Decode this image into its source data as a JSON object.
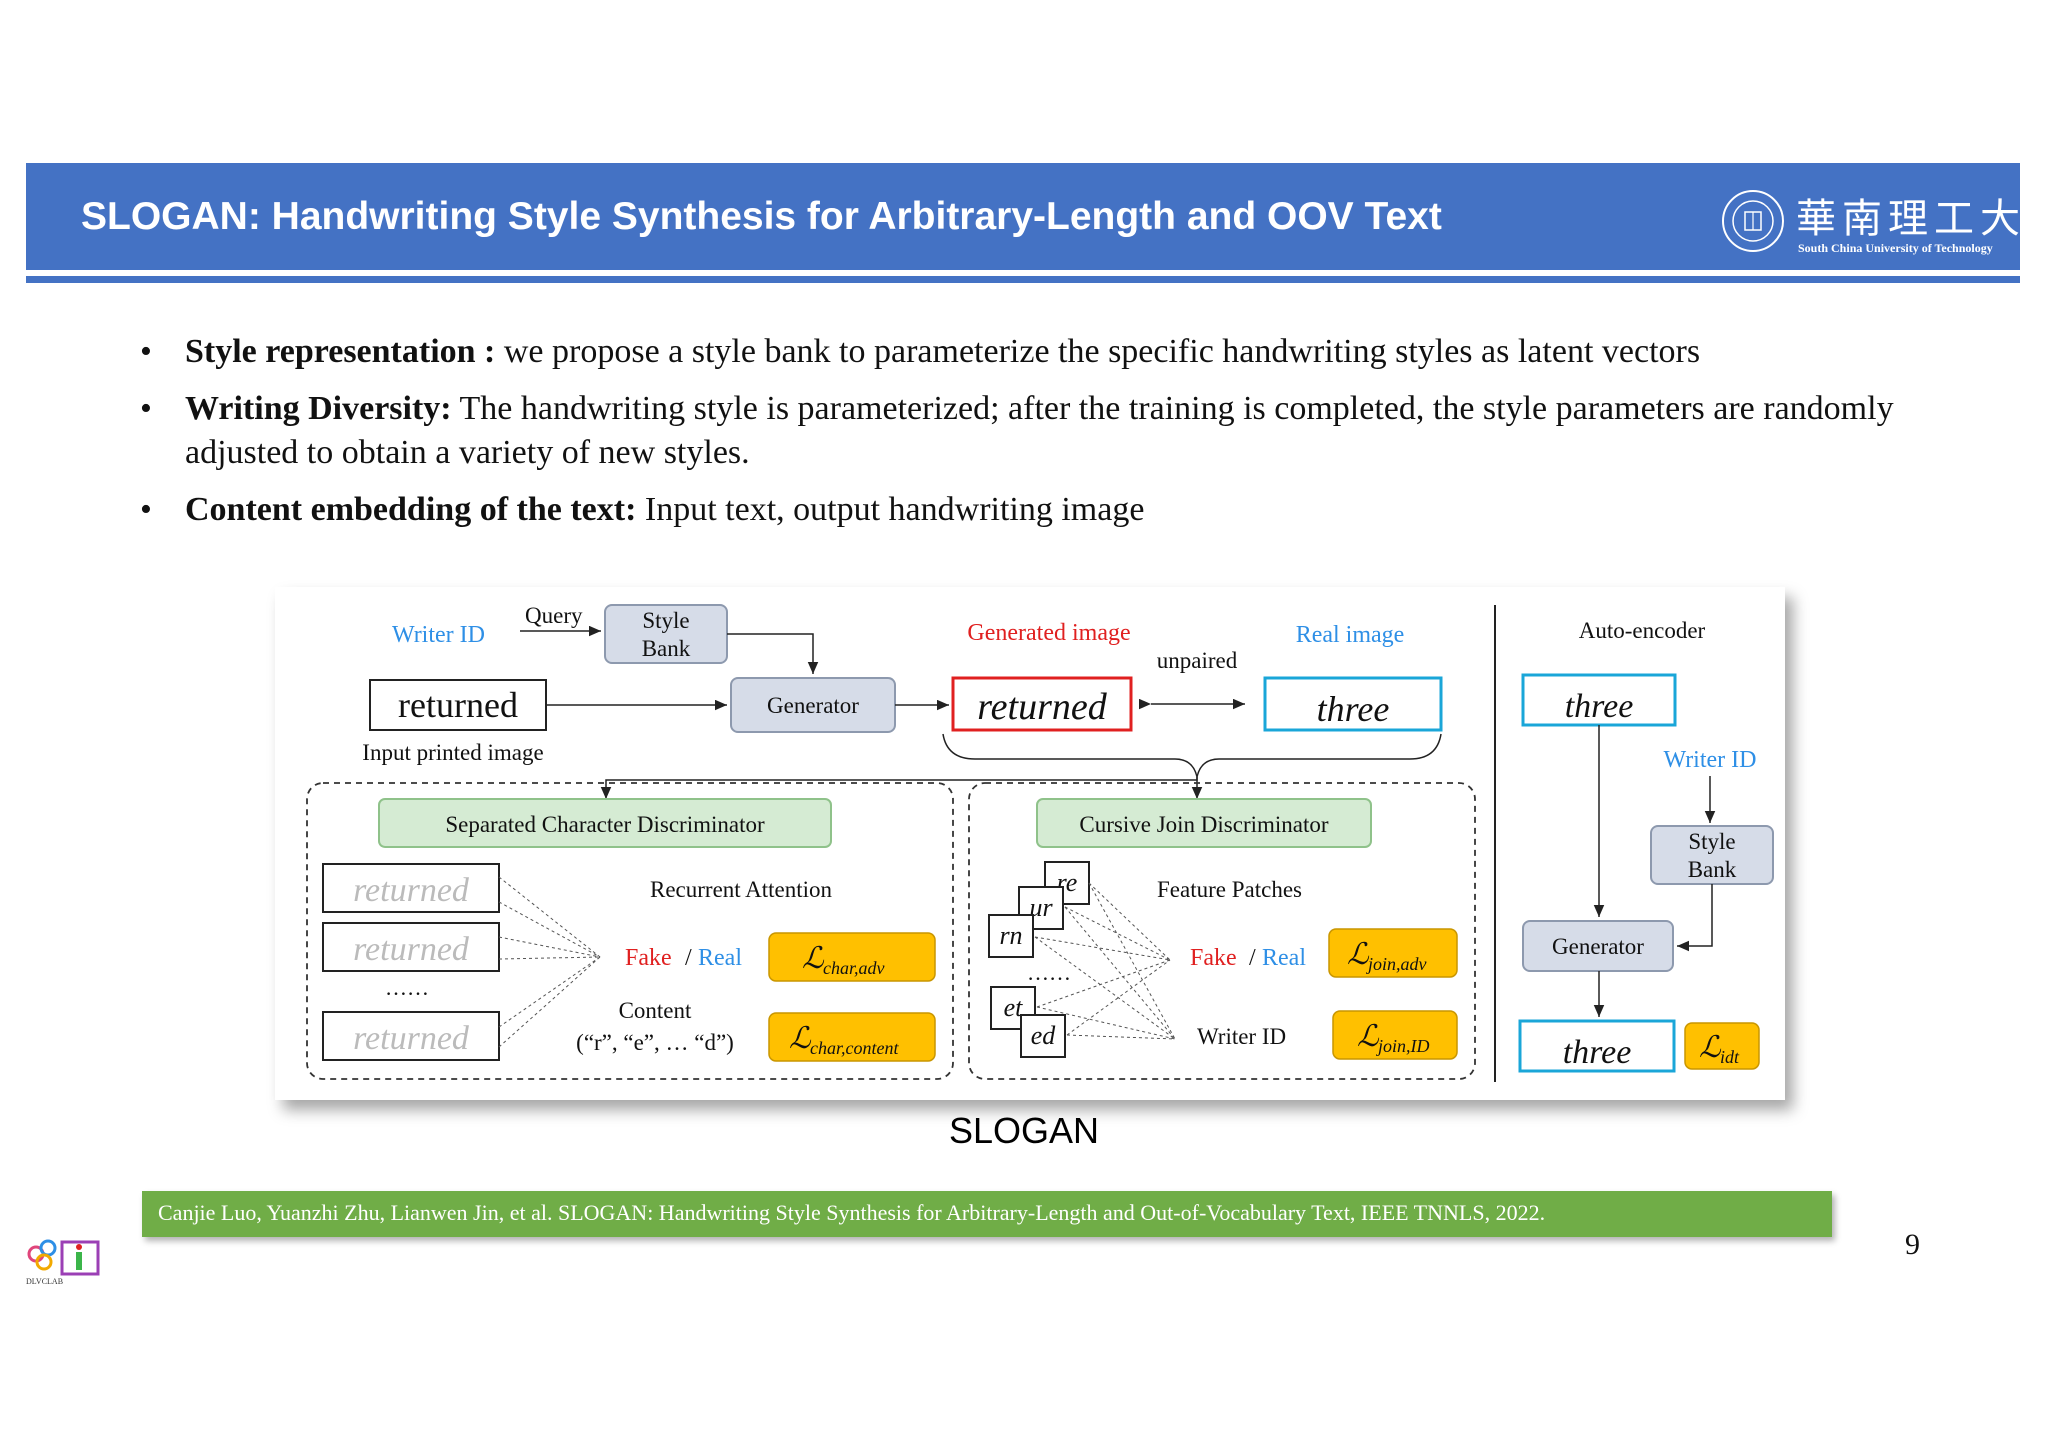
{
  "header": {
    "title": "SLOGAN: Handwriting Style Synthesis for Arbitrary-Length and OOV Text",
    "logo_cn": "華南理工大學",
    "logo_en": "South China University of Technology",
    "accent_color": "#4472c4"
  },
  "bullets": [
    {
      "bold": "Style representation :",
      "text": " we propose a style bank to parameterize the specific handwriting styles as latent vectors"
    },
    {
      "bold": "Writing Diversity:",
      "text": " The handwriting style is parameterized; after the training is completed, the style parameters are randomly adjusted to obtain a variety of new styles."
    },
    {
      "bold": "Content embedding of the text:",
      "text": " Input text, output handwriting image"
    }
  ],
  "diagram": {
    "writer_id": "Writer ID",
    "query": "Query",
    "style_bank": [
      "Style",
      "Bank"
    ],
    "input_word": "returned",
    "input_label": "Input printed image",
    "generator": "Generator",
    "generated_label": "Generated image",
    "generated_word": "returned",
    "unpaired": "unpaired",
    "real_label": "Real image",
    "real_word": "three",
    "sep_disc": "Separated Character Discriminator",
    "recurrent_attention": "Recurrent Attention",
    "fake": "Fake",
    "slash": "/",
    "real": "Real",
    "ellipsis": "……",
    "content": "Content",
    "content_chars": "(“r”, “e”, … “d”)",
    "loss_char_adv": "char,adv",
    "loss_char_content": "char,content",
    "cursive_disc": "Cursive Join Discriminator",
    "feature_patches": "Feature Patches",
    "writer_id_plain": "Writer ID",
    "loss_join_adv": "join,adv",
    "loss_join_id": "join,ID",
    "autoencoder": "Auto-encoder",
    "ae_word": "three",
    "loss_idt": "idt",
    "loss_symbol": "ℒ",
    "patch_fragments": [
      "re",
      "ur",
      "rn",
      "et",
      "ed"
    ],
    "colors": {
      "blue_text": "#2e8fe6",
      "red": "#e02020",
      "loss_box": "#ffc000",
      "disc_green": "#d5ebd3",
      "node_blue": "#d6dce8",
      "image_frame": "#1aa6d8"
    }
  },
  "caption": "SLOGAN",
  "citation": "Canjie Luo, Yuanzhi Zhu, Lianwen Jin, et al. SLOGAN: Handwriting Style Synthesis for Arbitrary-Length and Out-of-Vocabulary Text, IEEE TNNLS, 2022.",
  "page_number": "9",
  "lab_logo_text": "DLVCLAB"
}
